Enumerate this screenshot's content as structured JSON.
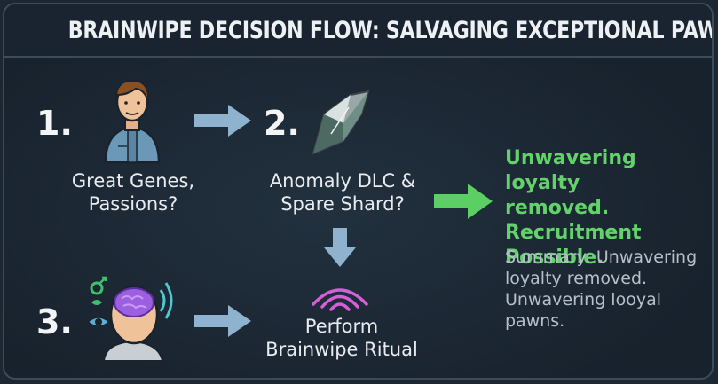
{
  "title": "BRAINWIPE DECISION FLOW: SALVAGING EXCEPTIONAL PAWNS",
  "steps": [
    {
      "number": "1.",
      "line1": "Great Genes,",
      "line2": "Passions?",
      "icon": "pawn-person-icon"
    },
    {
      "number": "2.",
      "line1": "Anomaly DLC &",
      "line2": "Spare Shard?",
      "icon": "shard-icon"
    },
    {
      "number": "3.",
      "line1": "",
      "line2": "",
      "icon": "brain-head-icon"
    }
  ],
  "ritual": {
    "line1": "Perform",
    "line2": "Brainwipe Ritual",
    "icon": "psychic-wave-icon"
  },
  "result": {
    "line1": "Unwavering loyalty",
    "line2": "removed.",
    "line3": "Recruitment",
    "line4": "Possible."
  },
  "summary": {
    "line1": "Summary: Unwavering",
    "line2": "loyalty removed.",
    "line3": "Unwavering looyal",
    "line4": "pawns."
  },
  "colors": {
    "background": "#1b2733",
    "arrow_blue": "#8fb3cf",
    "arrow_green": "#5bcf63",
    "result_green": "#63d26b",
    "wave_magenta": "#d65fd8",
    "brain_purple": "#9b5fe0"
  }
}
